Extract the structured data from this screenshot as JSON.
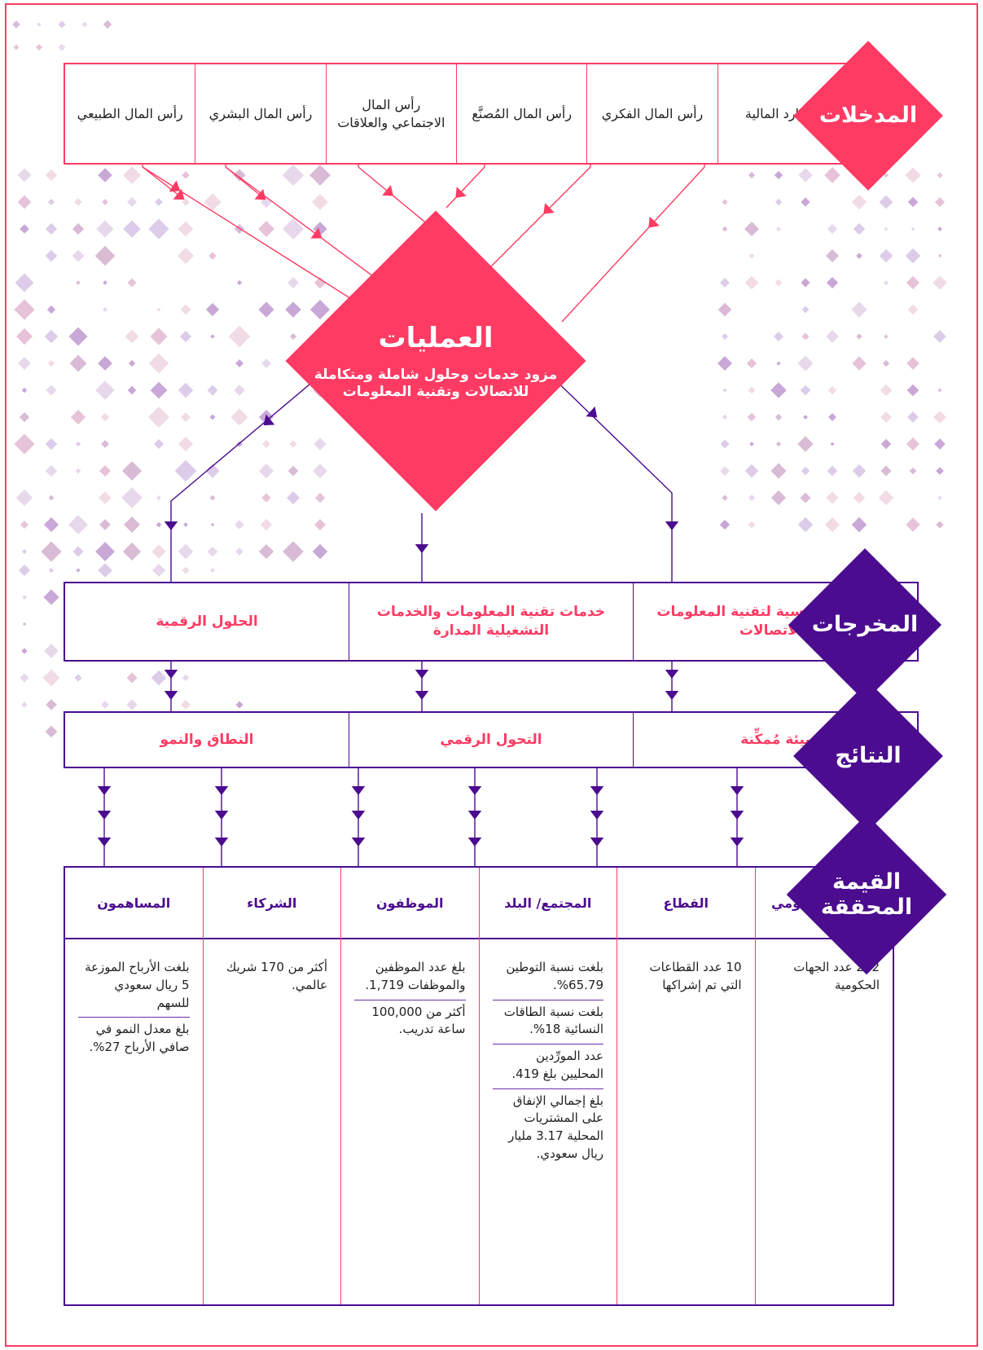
{
  "colors": {
    "accent_pink": "#ff3b63",
    "accent_purple": "#4b0c8f"
  },
  "inputs": {
    "label": "المدخلات",
    "items": [
      "الموارد المالية",
      "رأس المال الفكري",
      "رأس المال المُصنَّع",
      "رأس المال الاجتماعي والعلاقات",
      "رأس المال البشري",
      "رأس المال الطبيعي"
    ]
  },
  "operations": {
    "title": "العمليات",
    "subtitle_line1": "مزود خدمات وحلول شاملة ومتكاملة",
    "subtitle_line2": "للاتصالات وتقنية المعلومات"
  },
  "outputs": {
    "label": "المخرجات",
    "items": [
      "الخدمات الرئيسية لتقنية المعلومات والاتصالات",
      "خدمات تقنية المعلومات والخدمات التشغيلية المدارة",
      "الحلول الرقمية"
    ]
  },
  "outcomes": {
    "label": "النتائج",
    "items": [
      "بيئة مُمكِّنة",
      "التحول الرقمي",
      "النطاق والنمو"
    ]
  },
  "value": {
    "label_line1": "القيمة",
    "label_line2": "المحققة",
    "columns": [
      {
        "header": "القطاع الحكومي",
        "items": [
          "252 عدد الجهات الحكومية"
        ]
      },
      {
        "header": "القطاع",
        "items": [
          "10 عدد القطاعات التي تم إشراكها"
        ]
      },
      {
        "header": "المجتمع/ البلد",
        "items": [
          "بلغت نسبة التوطين 65.79%.",
          "بلغت نسبة الطاقات النسائية 18%.",
          "عدد المورِّدين المحليين بلغ 419.",
          "بلغ إجمالي الإنفاق على المشتريات المحلية 3.17 مليار ريال سعودي."
        ]
      },
      {
        "header": "الموظفون",
        "items": [
          "بلغ عدد الموظفين والموظفات 1,719.",
          "أكثر من 100,000 ساعة تدريب."
        ]
      },
      {
        "header": "الشركاء",
        "items": [
          "أكثر من 170 شريك عالمي."
        ]
      },
      {
        "header": "المساهمون",
        "items": [
          "بلغت الأرباح الموزعة 5 ريال سعودي للسهم",
          "بلغ معدل النمو في صافي الأرباح 27%."
        ]
      }
    ]
  }
}
